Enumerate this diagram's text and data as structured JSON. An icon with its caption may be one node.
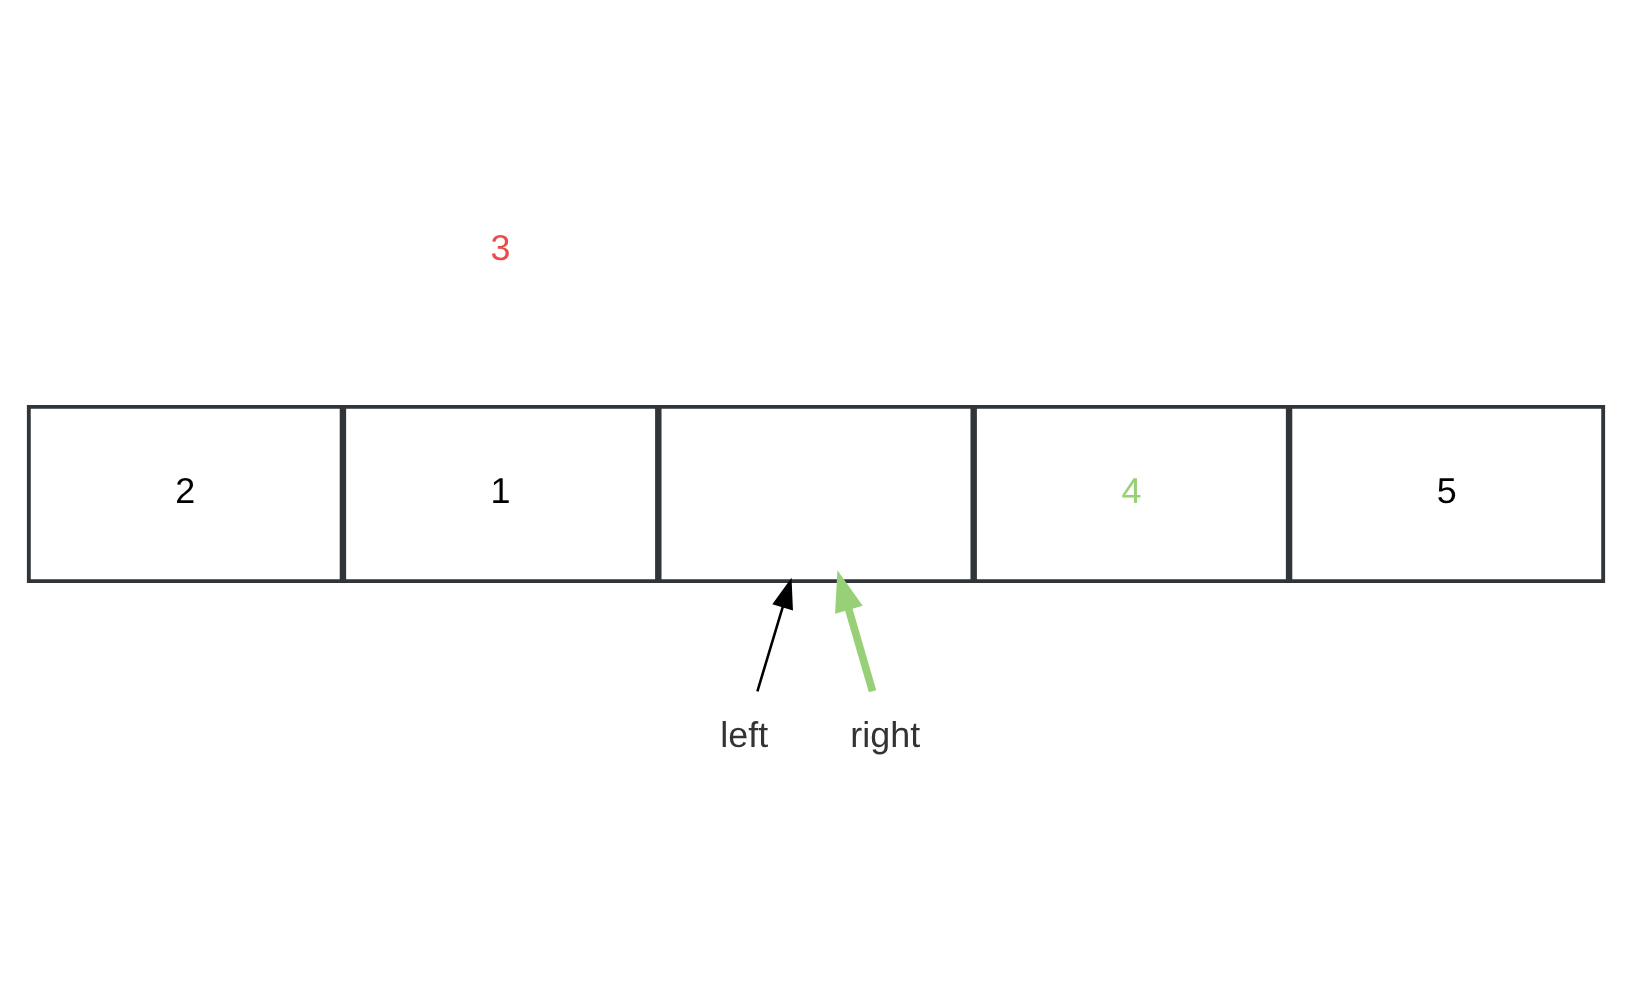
{
  "diagram": {
    "nodes": [
      {
        "text": [
          "2"
        ]
      },
      {
        "text": [
          "1"
        ]
      },
      {
        "text": [],
        "shape": "box"
      },
      {
        "text": [
          "4"
        ]
      },
      {
        "text": [
          "5"
        ]
      },
      {
        "text": [
          "left"
        ]
      },
      {
        "text": [
          "right"
        ]
      }
    ],
    "edges": [
      {
        "from": 5,
        "to": 2,
        "arrow": "to"
      },
      {
        "from": 6,
        "to": 2,
        "arrow": "to",
        "color": "#97d077",
        "style": "thick"
      }
    ],
    "labels": [
      "3"
    ]
  }
}
